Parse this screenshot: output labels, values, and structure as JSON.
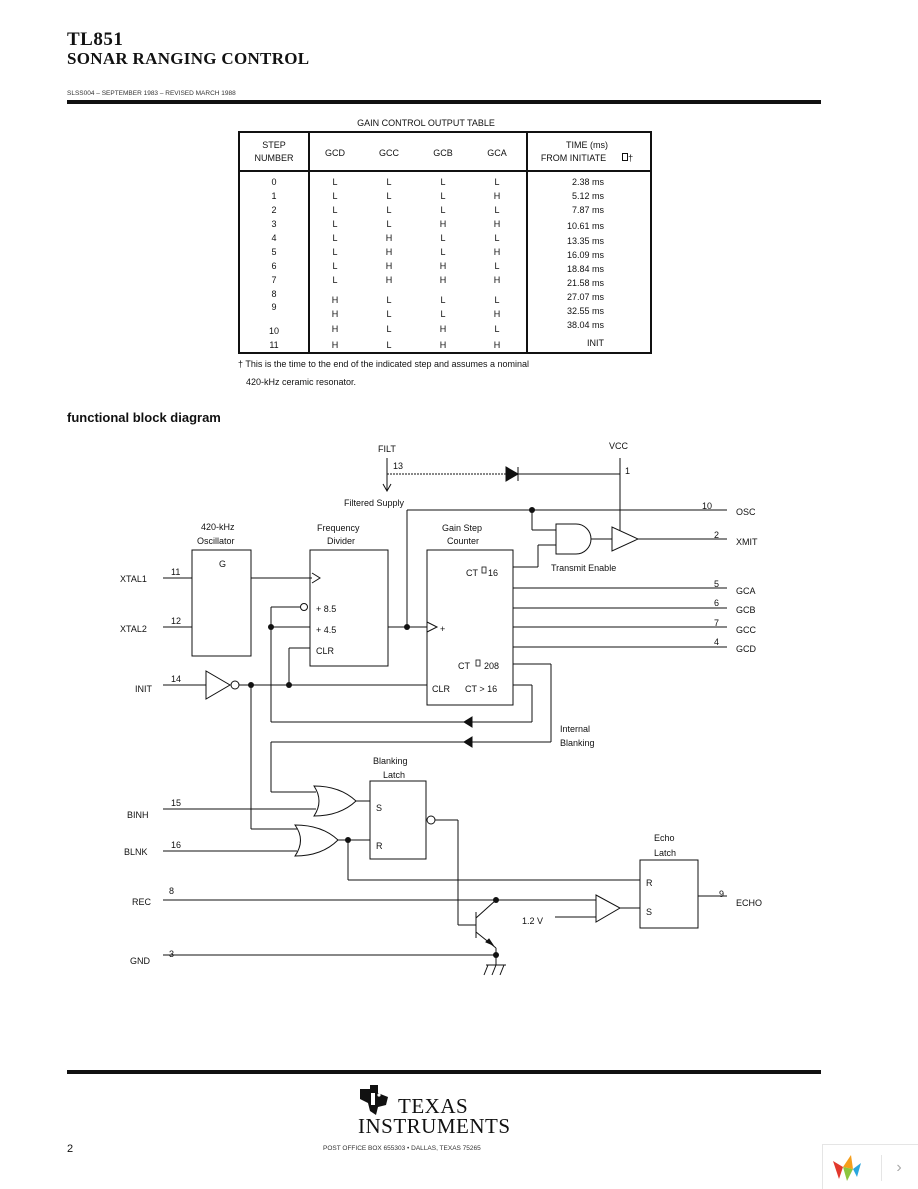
{
  "header": {
    "part_number": "TL851",
    "title": "SONAR RANGING CONTROL",
    "revision": "SLSS004 – SEPTEMBER 1983 – REVISED MARCH 1988"
  },
  "table": {
    "title": "GAIN CONTROL OUTPUT TABLE",
    "headers": {
      "step_line1": "STEP",
      "step_line2": "NUMBER",
      "gcd": "GCD",
      "gcc": "GCC",
      "gcb": "GCB",
      "gca": "GCA",
      "time_line1": "TIME (ms)",
      "time_line2": "FROM INITIATE",
      "time_mark": "†"
    },
    "rows": [
      {
        "step": "0",
        "gcd": "L",
        "gcc": "L",
        "gcb": "L",
        "gca": "L",
        "time": "2.38 ms"
      },
      {
        "step": "1",
        "gcd": "L",
        "gcc": "L",
        "gcb": "L",
        "gca": "H",
        "time": "5.12 ms"
      },
      {
        "step": "2",
        "gcd": "L",
        "gcc": "L",
        "gcb": "L",
        "gca": "L",
        "time": "7.87 ms"
      },
      {
        "step": "3",
        "gcd": "L",
        "gcc": "L",
        "gcb": "H",
        "gca": "H",
        "time": "10.61 ms"
      },
      {
        "step": "4",
        "gcd": "L",
        "gcc": "H",
        "gcb": "L",
        "gca": "L",
        "time": "13.35 ms"
      },
      {
        "step": "5",
        "gcd": "L",
        "gcc": "H",
        "gcb": "L",
        "gca": "H",
        "time": "16.09 ms"
      },
      {
        "step": "6",
        "gcd": "L",
        "gcc": "H",
        "gcb": "H",
        "gca": "L",
        "time": "18.84 ms"
      },
      {
        "step": "7",
        "gcd": "L",
        "gcc": "H",
        "gcb": "H",
        "gca": "H",
        "time": "21.58 ms"
      },
      {
        "step": "8",
        "gcd": "H",
        "gcc": "L",
        "gcb": "L",
        "gca": "L",
        "time": "27.07 ms"
      },
      {
        "step": "9",
        "gcd": "H",
        "gcc": "L",
        "gcb": "L",
        "gca": "H",
        "time": "32.55 ms"
      },
      {
        "step": "10",
        "gcd": "H",
        "gcc": "L",
        "gcb": "H",
        "gca": "L",
        "time": "38.04 ms"
      },
      {
        "step": "11",
        "gcd": "H",
        "gcc": "L",
        "gcb": "H",
        "gca": "H",
        "time": "INIT"
      }
    ],
    "footnote_line1": "† This is the time to the end of the indicated step and assumes a nominal",
    "footnote_line2": "420-kHz ceramic resonator."
  },
  "diagram": {
    "heading": "functional block diagram",
    "pins": {
      "filt": {
        "name": "FILT",
        "number": "13"
      },
      "vcc": {
        "name": "VCC",
        "number": "1"
      },
      "osc": {
        "name": "OSC",
        "number": "10"
      },
      "xmit": {
        "name": "XMIT",
        "number": "2"
      },
      "gca": {
        "name": "GCA",
        "number": "5"
      },
      "gcb": {
        "name": "GCB",
        "number": "6"
      },
      "gcc": {
        "name": "GCC",
        "number": "7"
      },
      "gcd": {
        "name": "GCD",
        "number": "4"
      },
      "xtal1": {
        "name": "XTAL1",
        "number": "11"
      },
      "xtal2": {
        "name": "XTAL2",
        "number": "12"
      },
      "init": {
        "name": "INIT",
        "number": "14"
      },
      "binh": {
        "name": "BINH",
        "number": "15"
      },
      "blnk": {
        "name": "BLNK",
        "number": "16"
      },
      "rec": {
        "name": "REC",
        "number": "8"
      },
      "gnd": {
        "name": "GND",
        "number": "3"
      },
      "echo": {
        "name": "ECHO",
        "number": "9"
      }
    },
    "labels": {
      "filtered_supply": "Filtered Supply",
      "oscillator_line1": "420-kHz",
      "oscillator_line2": "Oscillator",
      "oscillator_g": "G",
      "divider_line1": "Frequency",
      "divider_line2": "Divider",
      "divider_85": "+ 8.5",
      "divider_45": "+ 4.5",
      "divider_clr": "CLR",
      "counter_line1": "Gain Step",
      "counter_line2": "Counter",
      "counter_ct16": "CT",
      "counter_16": "16",
      "counter_plus": "+",
      "counter_ct208": "CT",
      "counter_208": "208",
      "counter_clr": "CLR",
      "counter_ctgt16": "CT > 16",
      "transmit_enable": "Transmit Enable",
      "internal_blanking_line1": "Internal",
      "internal_blanking_line2": "Blanking",
      "blanking_latch_line1": "Blanking",
      "blanking_latch_line2": "Latch",
      "blanking_s": "S",
      "blanking_r": "R",
      "echo_latch_line1": "Echo",
      "echo_latch_line2": "Latch",
      "echo_r": "R",
      "echo_s": "S",
      "ref_voltage": "1.2 V"
    }
  },
  "footer": {
    "logo_texas": "TEXAS",
    "logo_instruments": "INSTRUMENTS",
    "address": "POST OFFICE BOX 655303 • DALLAS, TEXAS 75265",
    "page_number": "2"
  },
  "viewer": {
    "next_label": "›",
    "logo_colors": [
      "#e2382c",
      "#f59e1b",
      "#8cc63f",
      "#2aa6de"
    ]
  }
}
